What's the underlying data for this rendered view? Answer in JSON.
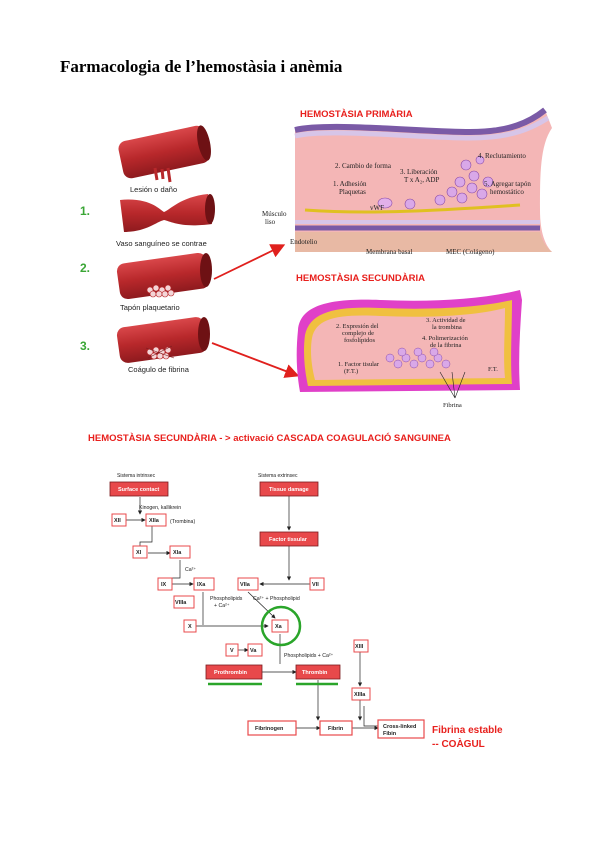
{
  "page_title": "Farmacologia de l’hemostàsia i anèmia",
  "vessels": {
    "step1": "Lesión o daño",
    "num1": "1.",
    "step2": "Vaso sanguíneo se contrae",
    "num2": "2.",
    "step3": "Tapón plaquetario",
    "num3": "3.",
    "step4": "Coágulo de fibrina"
  },
  "primary": {
    "title": "HEMOSTÀSIA   PRIMÀRIA",
    "reclutamiento": "4. Reclutamiento",
    "cambio": "2. Cambio de forma",
    "liberacion": "3. Liberación",
    "liberacion2": "T x A₂, ADP",
    "adhesion": "1. Adhesión",
    "plaquetas": "Plaquetas",
    "agregar": "5. Agregar tapón",
    "hemostatico": "hemostático",
    "vwf": "vWF",
    "musculo": "Músculo",
    "liso": "liso",
    "endotelio": "Endotelio",
    "membrana": "Membrana basal",
    "mec": "MEC (Colágeno)"
  },
  "secondary": {
    "title": "HEMOSTÀSIA   SECUNDÀRIA",
    "actividad": "3. Actividad de",
    "trombina": "la trombina",
    "expresion": "2. Expresión del",
    "complejo": "complejo de",
    "fosfolipidos": "fosfolípidos",
    "polimerizacion": "4. Polimerización",
    "delafibrina": "de la fibrina",
    "factor": "1. Factor tisular",
    "ft": "(F.T.)",
    "ft2": "F.T.",
    "fibrina": "Fibrina"
  },
  "cascade": {
    "title": "HEMOSTÀSIA   SECUNDÀRIA - > activació CASCADA COAGULACIÓ SANGUINEA",
    "intrinsec": "Sistema intrinsec",
    "extrinsec": "Sistema extrinsec",
    "surface": "Surface contact",
    "tissue": "Tissue damage",
    "kinogen": "Kinogen, kallikrein",
    "xii": "XII",
    "xiia": "XIIa",
    "trombina": "(Trombina)",
    "factor_tisular": "Factor tissular",
    "xi": "XI",
    "xia": "XIa",
    "ca1": "Ca²⁺",
    "ix": "IX",
    "ixa": "IXa",
    "viia": "VIIa",
    "vii": "VII",
    "viiia": "VIIIa",
    "phospho1": "Phospholipids",
    "phospho1b": "+ Ca²⁺",
    "ca_phospho": "Ca²⁺ + Phospholipid",
    "x": "X",
    "xa": "Xa",
    "v": "V",
    "va": "Va",
    "phospho2": "Phospholipids + Ca²⁺",
    "xiii": "XIII",
    "prothrombin": "Prothrombin",
    "thrombin": "Thrombin",
    "xiiia": "XIIIa",
    "fibrinogen": "Fibrinogen",
    "fibrin": "Fibrin",
    "crosslinked": "Cross-linked",
    "fibin": "Fibin",
    "estable": "Fibrina estable",
    "coagul": "-- COÀGUL"
  },
  "colors": {
    "red_label": "#e8201d",
    "green_number": "#3aa635",
    "green_circle": "#2aa52a",
    "box_fill": "#e8494b",
    "vessel_red": "#b8282b"
  }
}
